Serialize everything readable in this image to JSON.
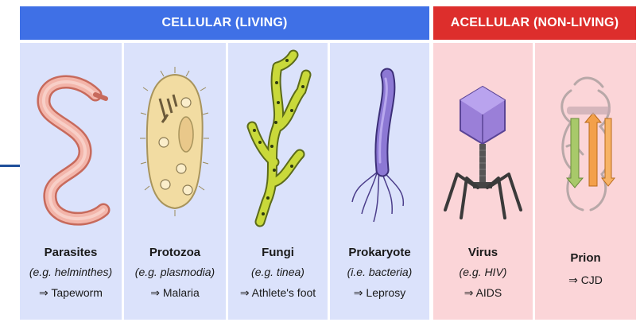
{
  "headers": {
    "cellular": "CELLULAR  (LIVING)",
    "acellular": "ACELLULAR  (NON-LIVING)"
  },
  "organisms": [
    {
      "name": "Parasites",
      "example": "(e.g. helminthes)",
      "disease": "⇒ Tapeworm",
      "icon": "worm-icon"
    },
    {
      "name": "Protozoa",
      "example": "(e.g. plasmodia)",
      "disease": "⇒ Malaria",
      "icon": "protozoa-icon"
    },
    {
      "name": "Fungi",
      "example": "(e.g. tinea)",
      "disease": "⇒ Athlete's foot",
      "icon": "fungi-icon"
    },
    {
      "name": "Prokaryote",
      "example": "(i.e. bacteria)",
      "disease": "⇒ Leprosy",
      "icon": "bacterium-icon"
    },
    {
      "name": "Virus",
      "example": "(e.g. HIV)",
      "disease": "⇒ AIDS",
      "icon": "virus-icon"
    },
    {
      "name": "Prion",
      "example": "",
      "disease": "⇒ CJD",
      "icon": "prion-icon"
    }
  ],
  "colors": {
    "cellular_header": "#3f70e6",
    "acellular_header": "#dd2e2c",
    "cellular_panel": "#dbe2fb",
    "acellular_panel": "#fbd5d8"
  }
}
